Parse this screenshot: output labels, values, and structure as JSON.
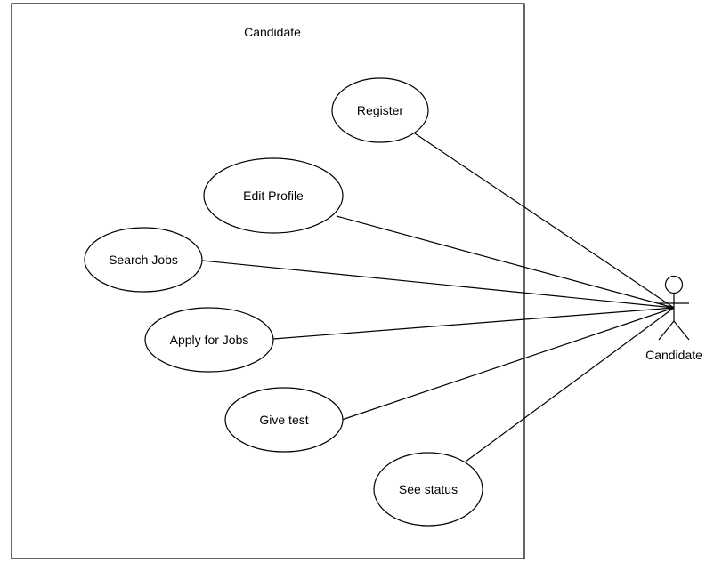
{
  "system": {
    "title": "Candidate"
  },
  "actor": {
    "label": "Candidate"
  },
  "use_cases": [
    {
      "label": "Register"
    },
    {
      "label": "Edit Profile"
    },
    {
      "label": "Search Jobs"
    },
    {
      "label": "Apply for Jobs"
    },
    {
      "label": "Give test"
    },
    {
      "label": "See status"
    }
  ],
  "colors": {
    "stroke": "#000000",
    "fill": "#ffffff"
  }
}
